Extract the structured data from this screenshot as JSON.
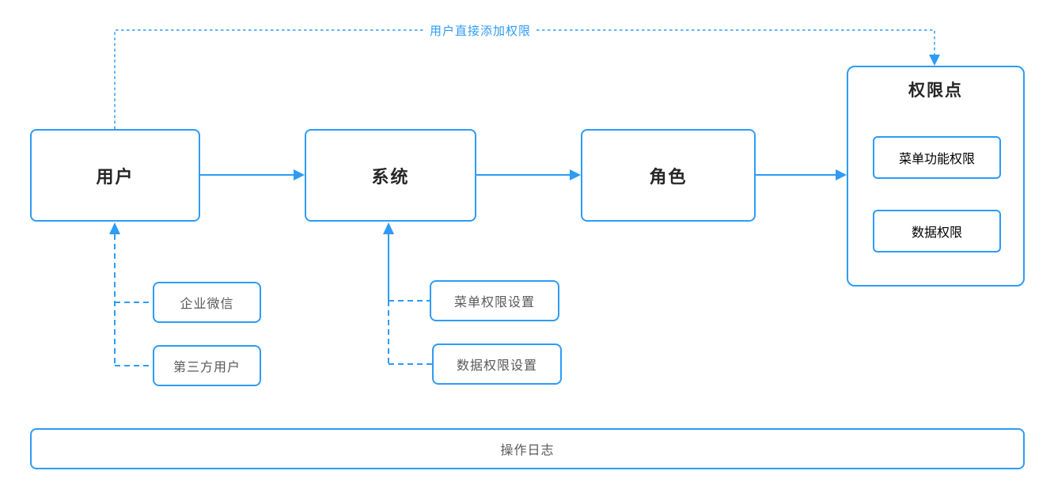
{
  "colors": {
    "blue": "#2e9bf6",
    "text_dark": "#262626",
    "text_gray": "#595959",
    "bg": "#ffffff"
  },
  "nodes": {
    "user": {
      "label": "用户"
    },
    "system": {
      "label": "系统"
    },
    "role": {
      "label": "角色"
    },
    "permission_point": {
      "label": "权限点"
    },
    "menu_function_permission": {
      "label": "菜单功能权限"
    },
    "data_permission": {
      "label": "数据权限"
    },
    "enterprise_wechat": {
      "label": "企业微信"
    },
    "third_party_user": {
      "label": "第三方用户"
    },
    "menu_permission_setting": {
      "label": "菜单权限设置"
    },
    "data_permission_setting": {
      "label": "数据权限设置"
    },
    "operation_log": {
      "label": "操作日志"
    }
  },
  "edges": {
    "direct_add_label": "用户直接添加权限"
  }
}
